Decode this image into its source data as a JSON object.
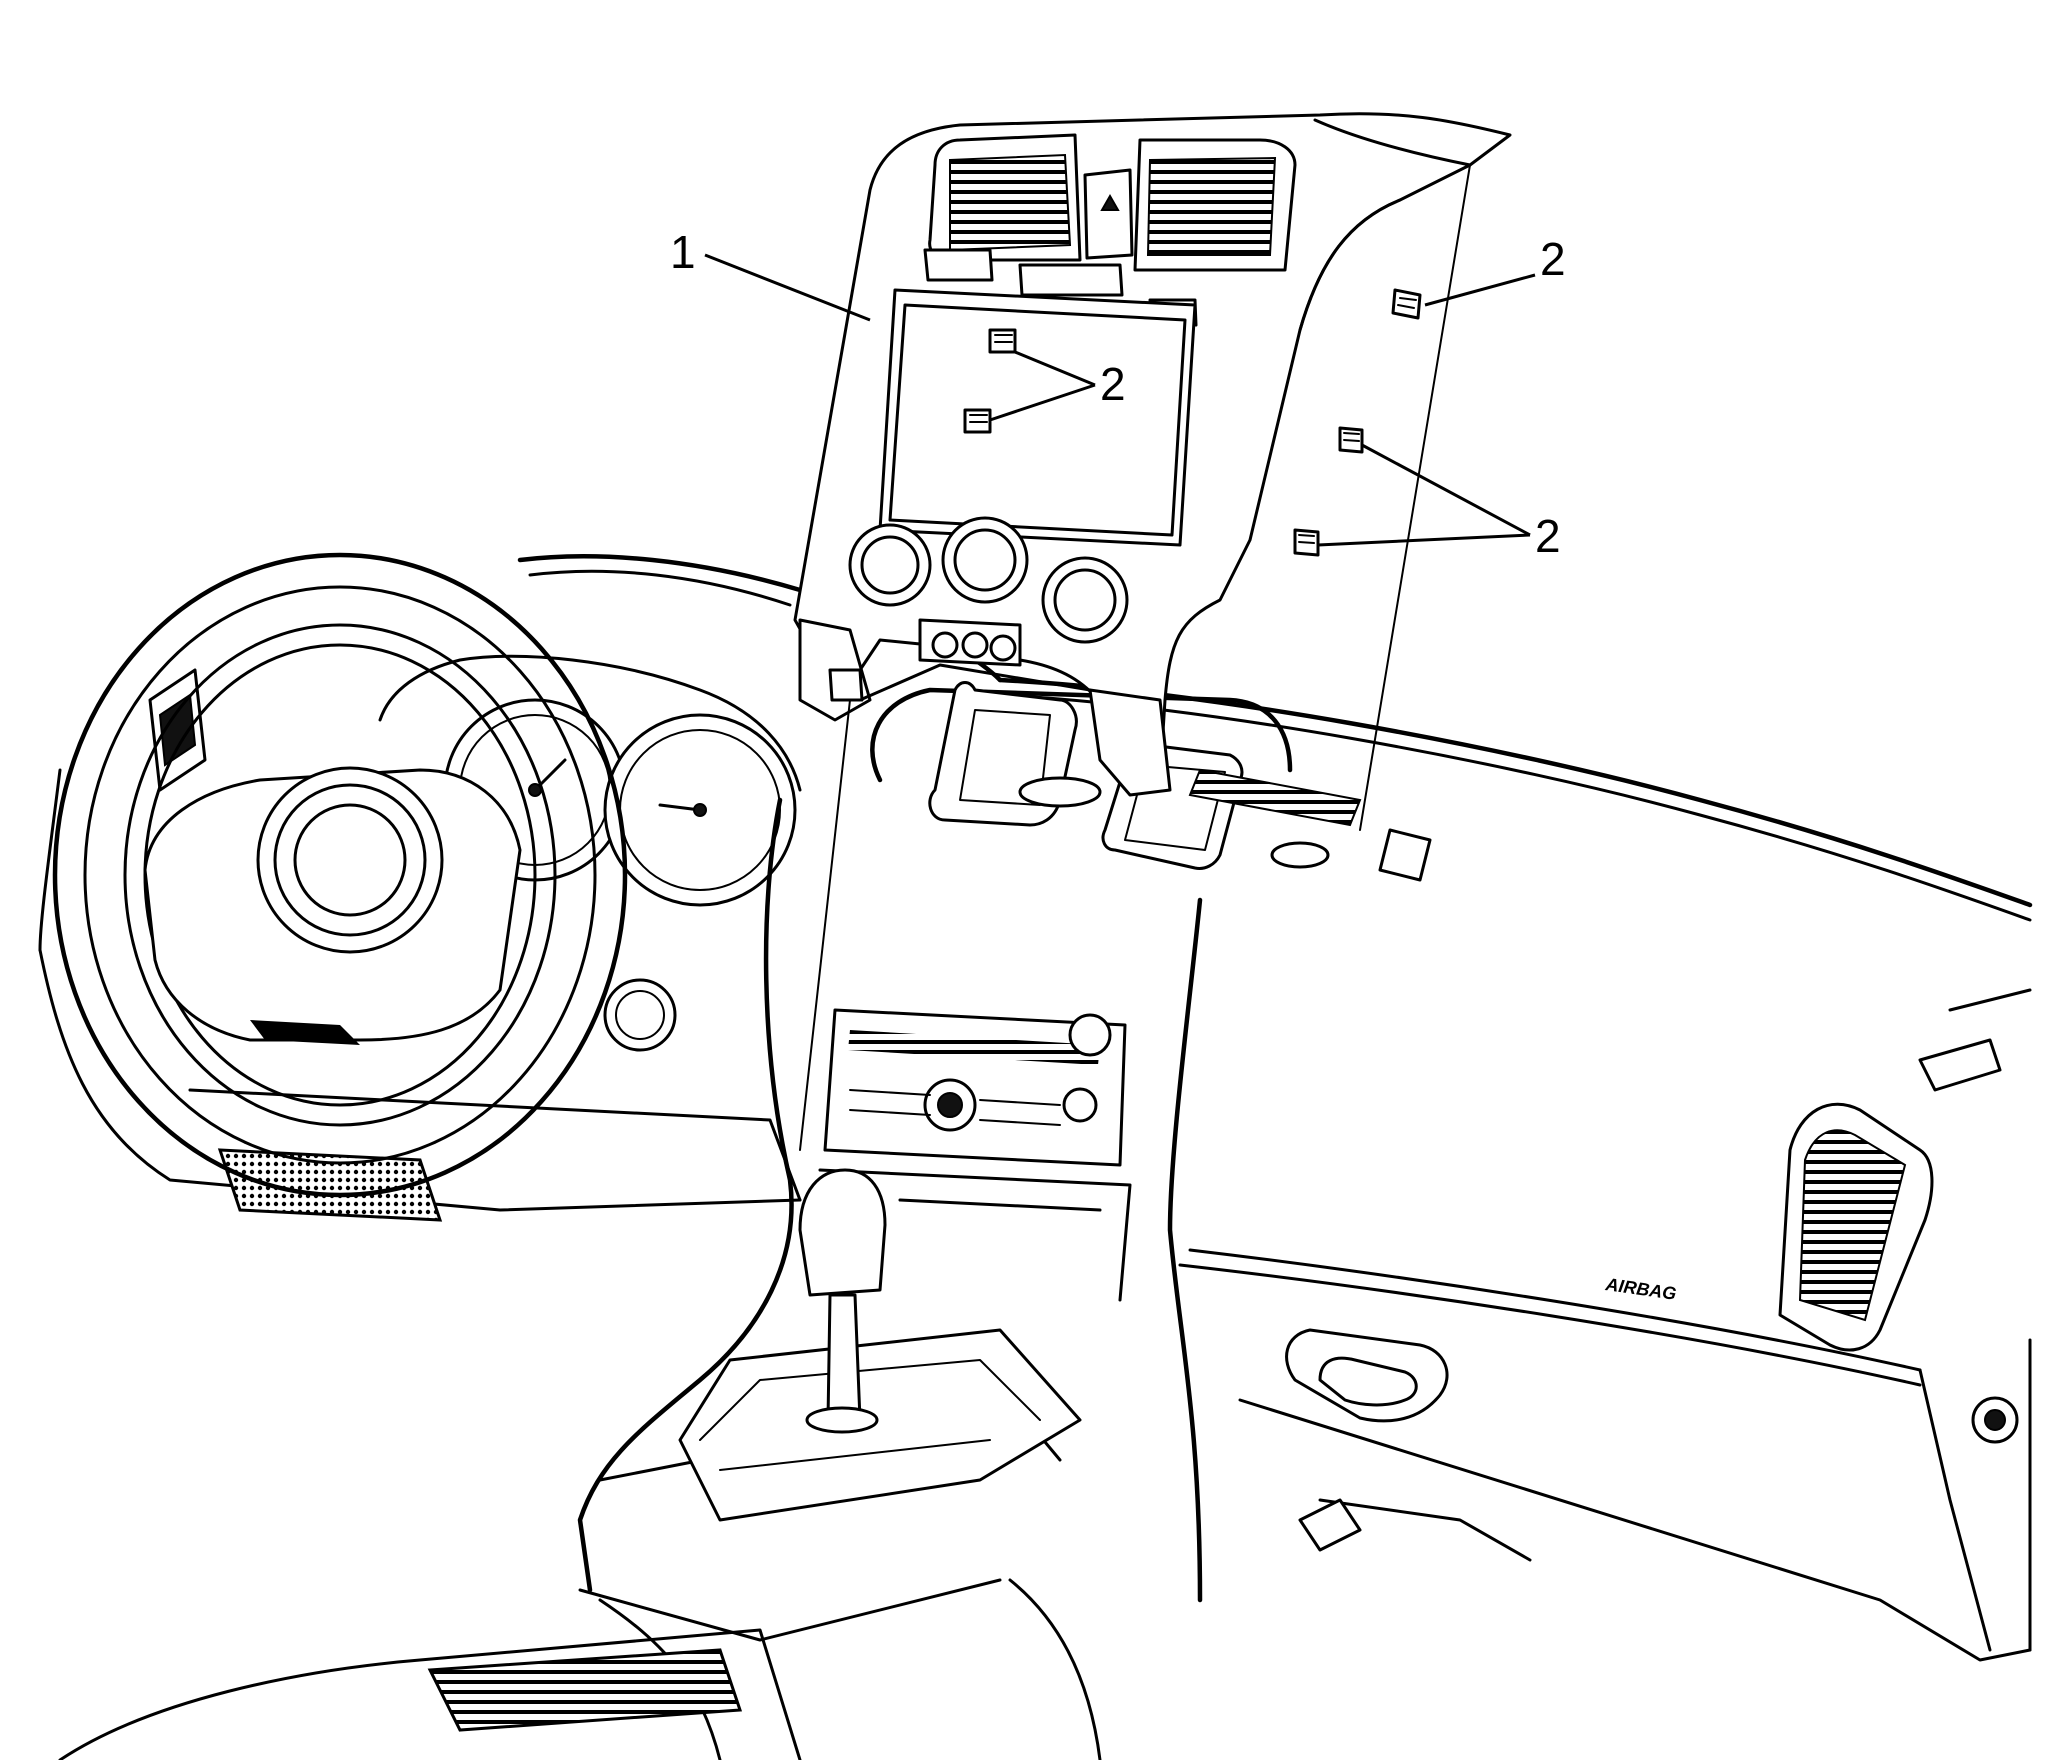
{
  "callouts": {
    "bezel": "1",
    "clip_right_top": "2",
    "clip_inner": "2",
    "clip_right_pair": "2"
  },
  "panel_text": {
    "airbag": "AIRBAG"
  }
}
